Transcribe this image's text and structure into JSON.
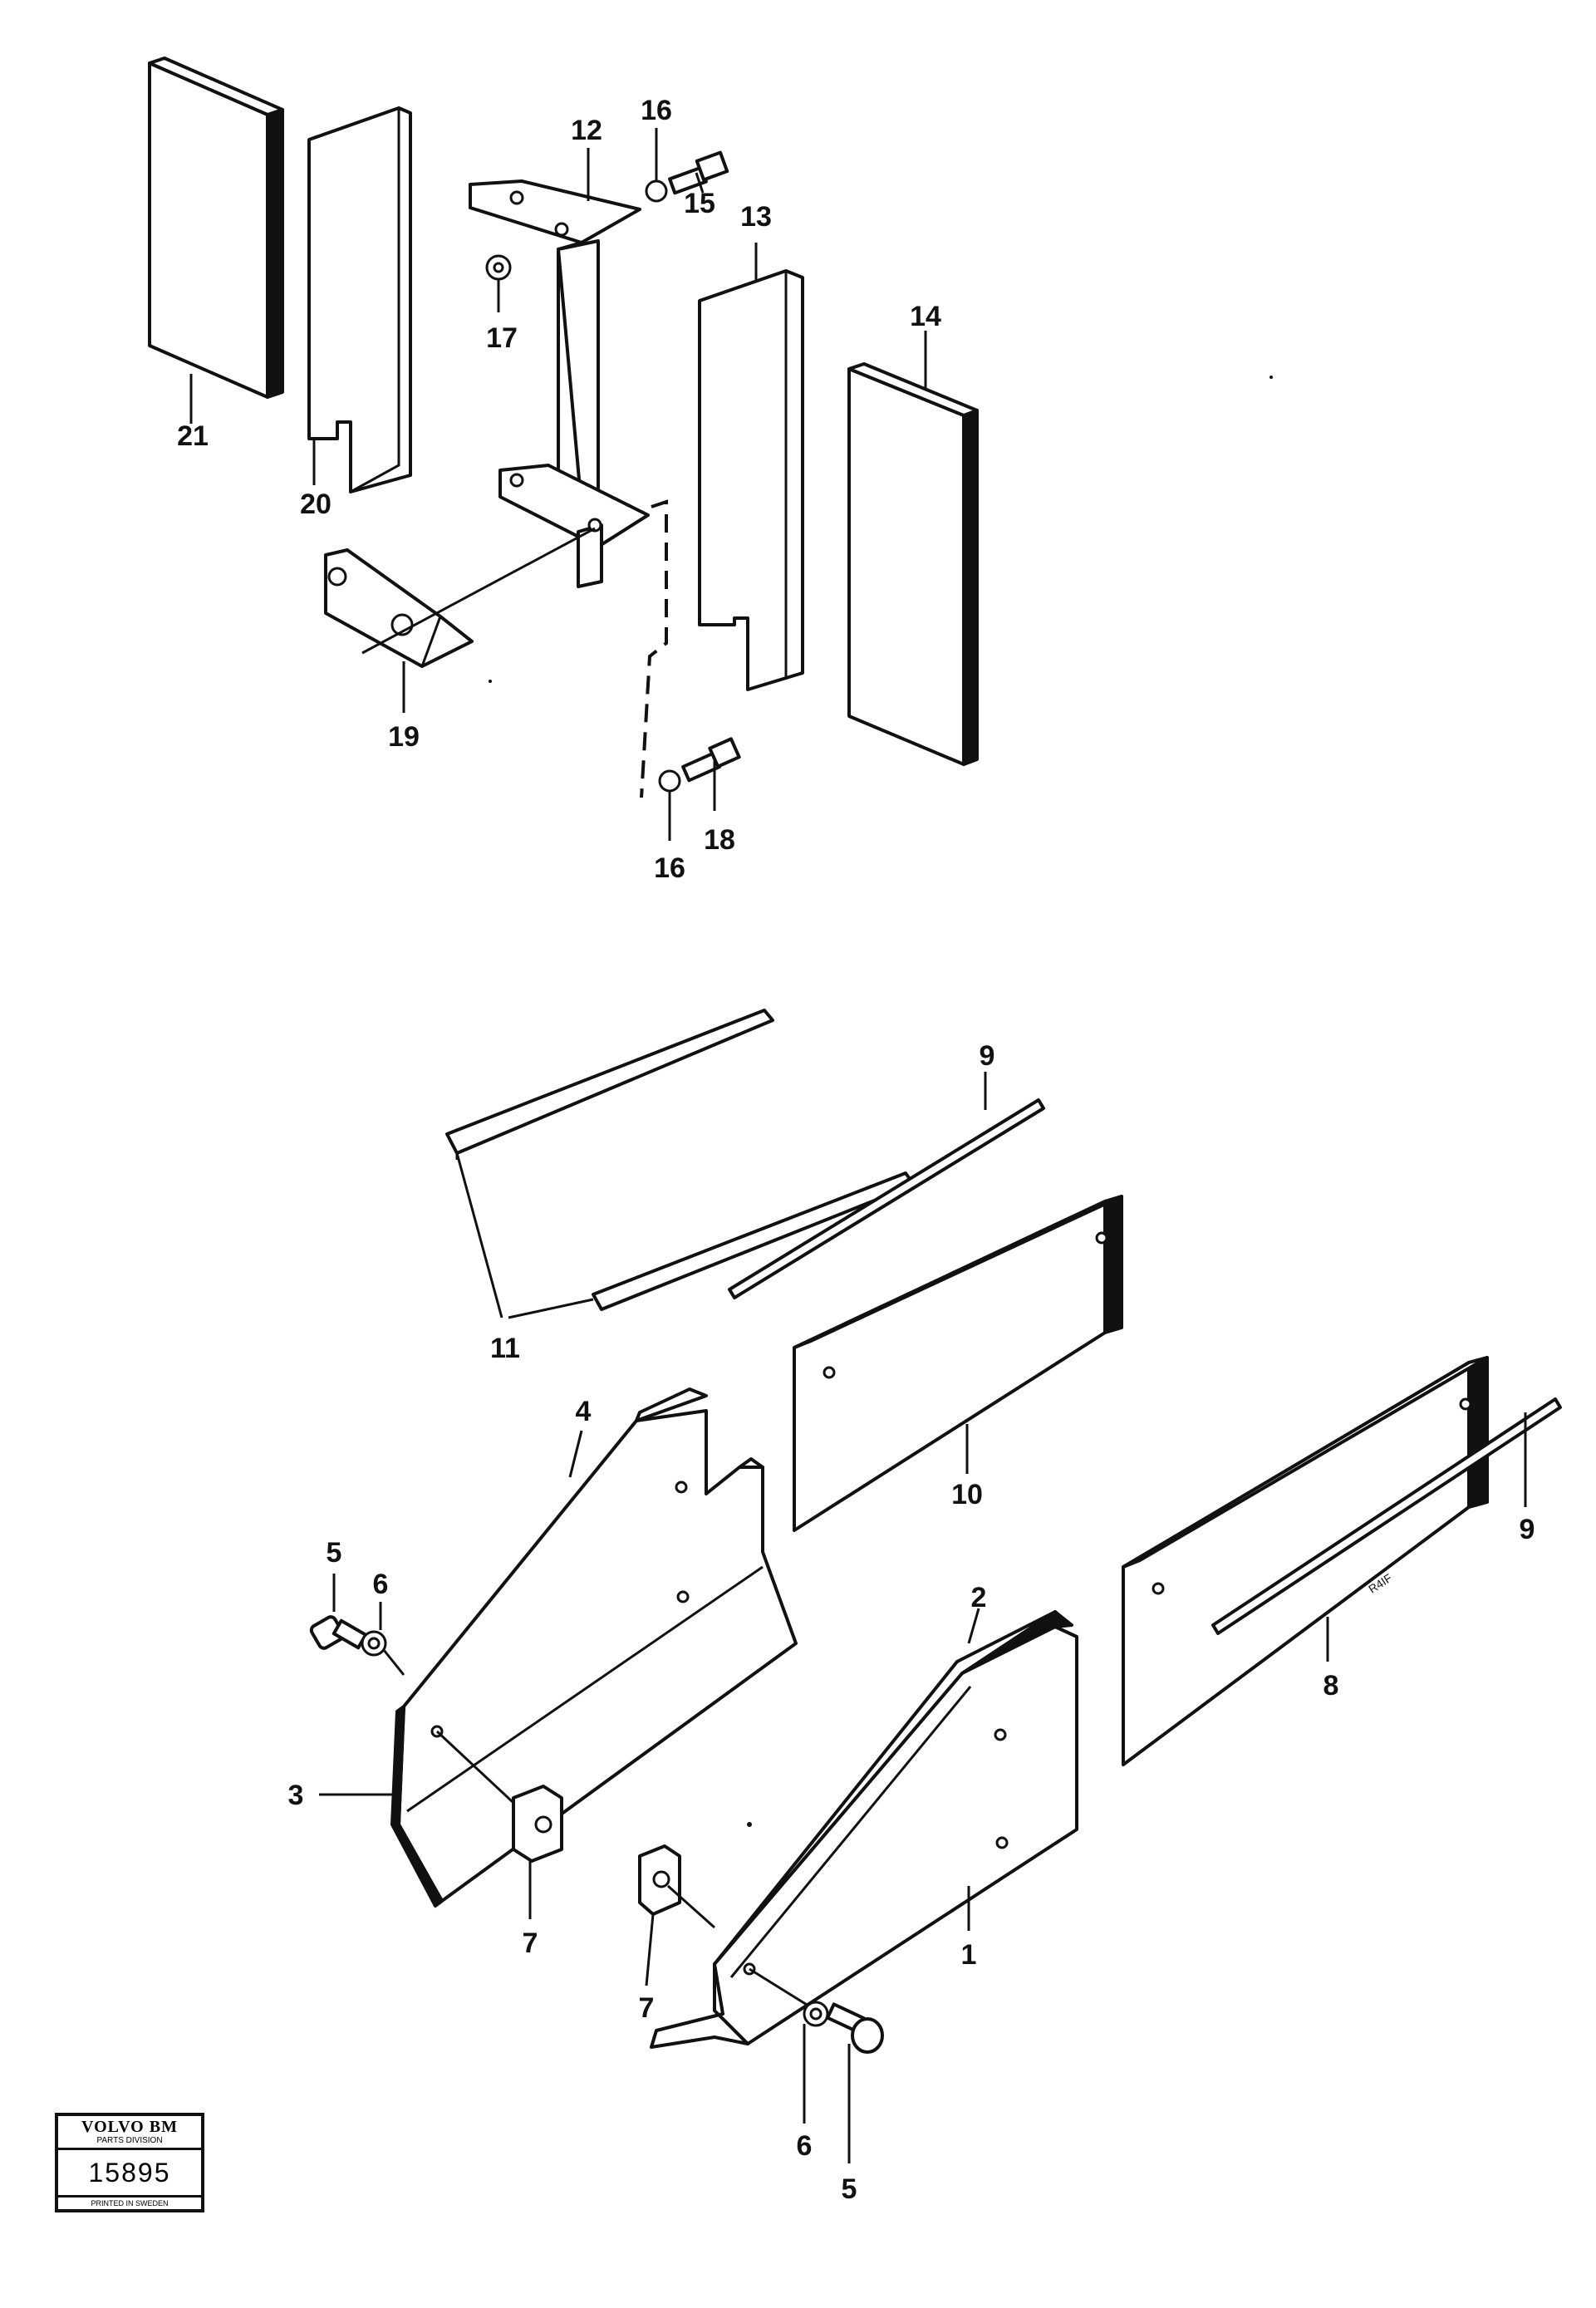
{
  "labels": {
    "l21": "21",
    "l20": "20",
    "l12": "12",
    "l16a": "16",
    "l15": "15",
    "l17": "17",
    "l13": "13",
    "l14": "14",
    "l19": "19",
    "l16b": "16",
    "l18": "18",
    "l9a": "9",
    "l11": "11",
    "l10": "10",
    "l9b": "9",
    "l4": "4",
    "l5a": "5",
    "l6a": "6",
    "l3": "3",
    "l7a": "7",
    "l2": "2",
    "l8": "8",
    "l1": "1",
    "l7b": "7",
    "l6b": "6",
    "l5b": "5"
  },
  "stamp": {
    "brand": "VOLVO BM",
    "division": "PARTS DIVISION",
    "number": "15895",
    "printed": "PRINTED IN SWEDEN"
  },
  "part_mark": "R4IF"
}
